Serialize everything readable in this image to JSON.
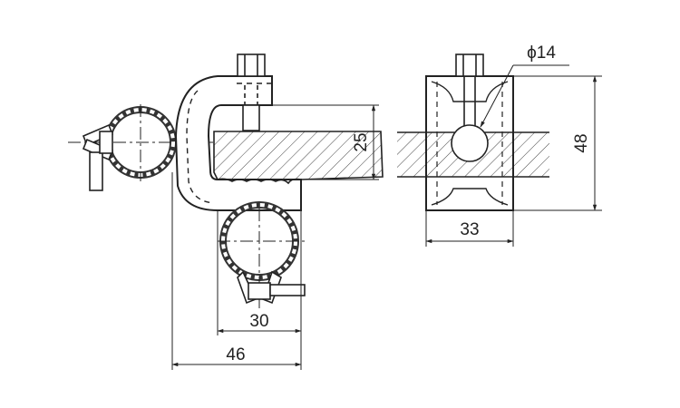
{
  "drawing": {
    "side_view": {
      "dim_width_clamp": "30",
      "dim_width_total": "46",
      "dim_flange_thickness": "25"
    },
    "end_view": {
      "dim_width": "33",
      "dim_height": "48",
      "dim_hole_diameter": "ϕ14"
    }
  }
}
